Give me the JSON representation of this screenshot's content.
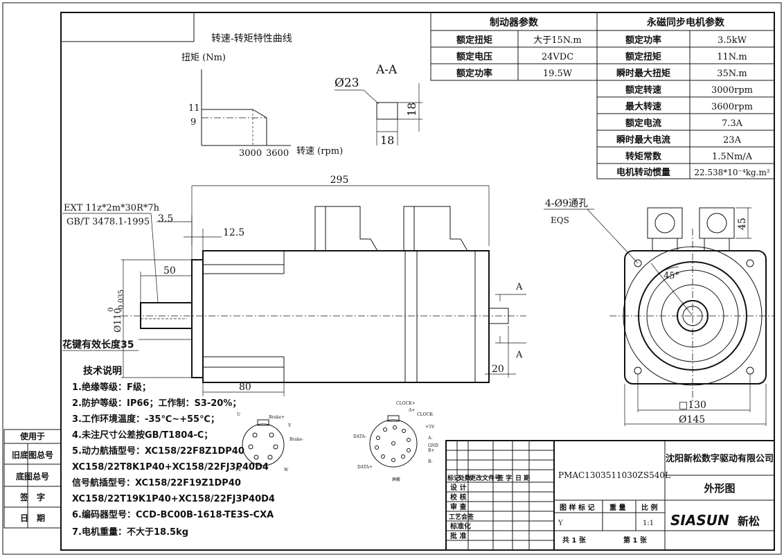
{
  "curve": {
    "title": "转速-转矩特性曲线",
    "ylabel": "扭矩 (Nm)",
    "xlabel": "转速 (rpm)",
    "y_ticks": [
      "11",
      "9"
    ],
    "x_ticks": [
      "3000",
      "3600"
    ]
  },
  "section": {
    "label": "A-A",
    "diameter": "Ø23",
    "dim_w": "18",
    "dim_h": "18"
  },
  "brake_table": {
    "title": "制动器参数",
    "rows": [
      [
        "额定扭矩",
        "大于15N.m"
      ],
      [
        "额定电压",
        "24VDC"
      ],
      [
        "额定功率",
        "19.5W"
      ]
    ]
  },
  "motor_table": {
    "title": "永磁同步电机参数",
    "rows": [
      [
        "额定功率",
        "3.5kW"
      ],
      [
        "额定扭矩",
        "11N.m"
      ],
      [
        "瞬时最大扭矩",
        "35N.m"
      ],
      [
        "额定转速",
        "3000rpm"
      ],
      [
        "最大转速",
        "3600rpm"
      ],
      [
        "额定电流",
        "7.3A"
      ],
      [
        "瞬时最大电流",
        "23A"
      ],
      [
        "转矩常数",
        "1.5Nm/A"
      ],
      [
        "电机转动惯量",
        "22.538*10⁻⁴kg.m²"
      ]
    ]
  },
  "dims": {
    "length": "295",
    "d35": "3.5",
    "d125": "12.5",
    "d50": "50",
    "d80": "80",
    "d20": "20",
    "d45": "45",
    "d130": "□130",
    "d145": "Ø145",
    "angle": "45°",
    "holes": "4-Ø9通孔",
    "eqs": "EQS",
    "shaft_dia": "Ø110",
    "tol_top": "0",
    "tol_bot": "-0.035",
    "a_mark": "A",
    "thread_1": "EXT 11z*2m*30R*7h",
    "thread_2": "GB/T 3478.1-1995",
    "key_len": "花键有效长度35"
  },
  "notes": {
    "title": "技术说明",
    "items": [
      "1.绝缘等级：F级；",
      "2.防护等级：IP66；工作制：S3-20%；",
      "3.工作环境温度：-35℃~+55℃；",
      "4.未注尺寸公差按GB/T1804-C；",
      "5.动力航插型号：XC158/22F8Z1DP40",
      "XC158/22T8K1P40+XC158/22FJ3P40D4",
      "信号航插型号：XC158/22F19Z1DP40",
      "XC158/22T19K1P40+XC158/22FJ3P40D4",
      "6.编码器型号：CCD-BC00B-1618-TE3S-CXA",
      "7.电机重量：不大于18.5kg"
    ]
  },
  "connector_power": {
    "pins": [
      "U",
      "Brake+",
      "V",
      "Brake-",
      "W",
      "PE"
    ]
  },
  "connector_signal": {
    "pins": [
      "CLOCK+",
      "A+",
      "CLOCK-",
      "+5V",
      "A-",
      "GND",
      "B+",
      "B-",
      "DATA+",
      "DATA-",
      "屏蔽"
    ]
  },
  "left_stamp": [
    "使用于",
    "旧底图总号",
    "底图总号",
    "签　字",
    "日　期"
  ],
  "title_block": {
    "header": [
      "标记",
      "处数",
      "更改文件号",
      "签 字",
      "日 期"
    ],
    "roles": [
      "设 计",
      "校 核",
      "审 查",
      "工艺会签",
      "标准化",
      "批 准"
    ],
    "drawing_no": "PMAC1303511030ZS540L",
    "company": "沈阳新松数字驱动有限公司",
    "drawing_name": "外形图",
    "stage_label": "图 样 标 记",
    "weight_label": "重 量",
    "scale_label": "比 例",
    "stage_value": "Y",
    "scale_value": "1:1",
    "total_sheets": "共 1 张",
    "sheet_no": "第 1 张",
    "logo_text": "SIASUN",
    "logo_cn": "新松"
  }
}
